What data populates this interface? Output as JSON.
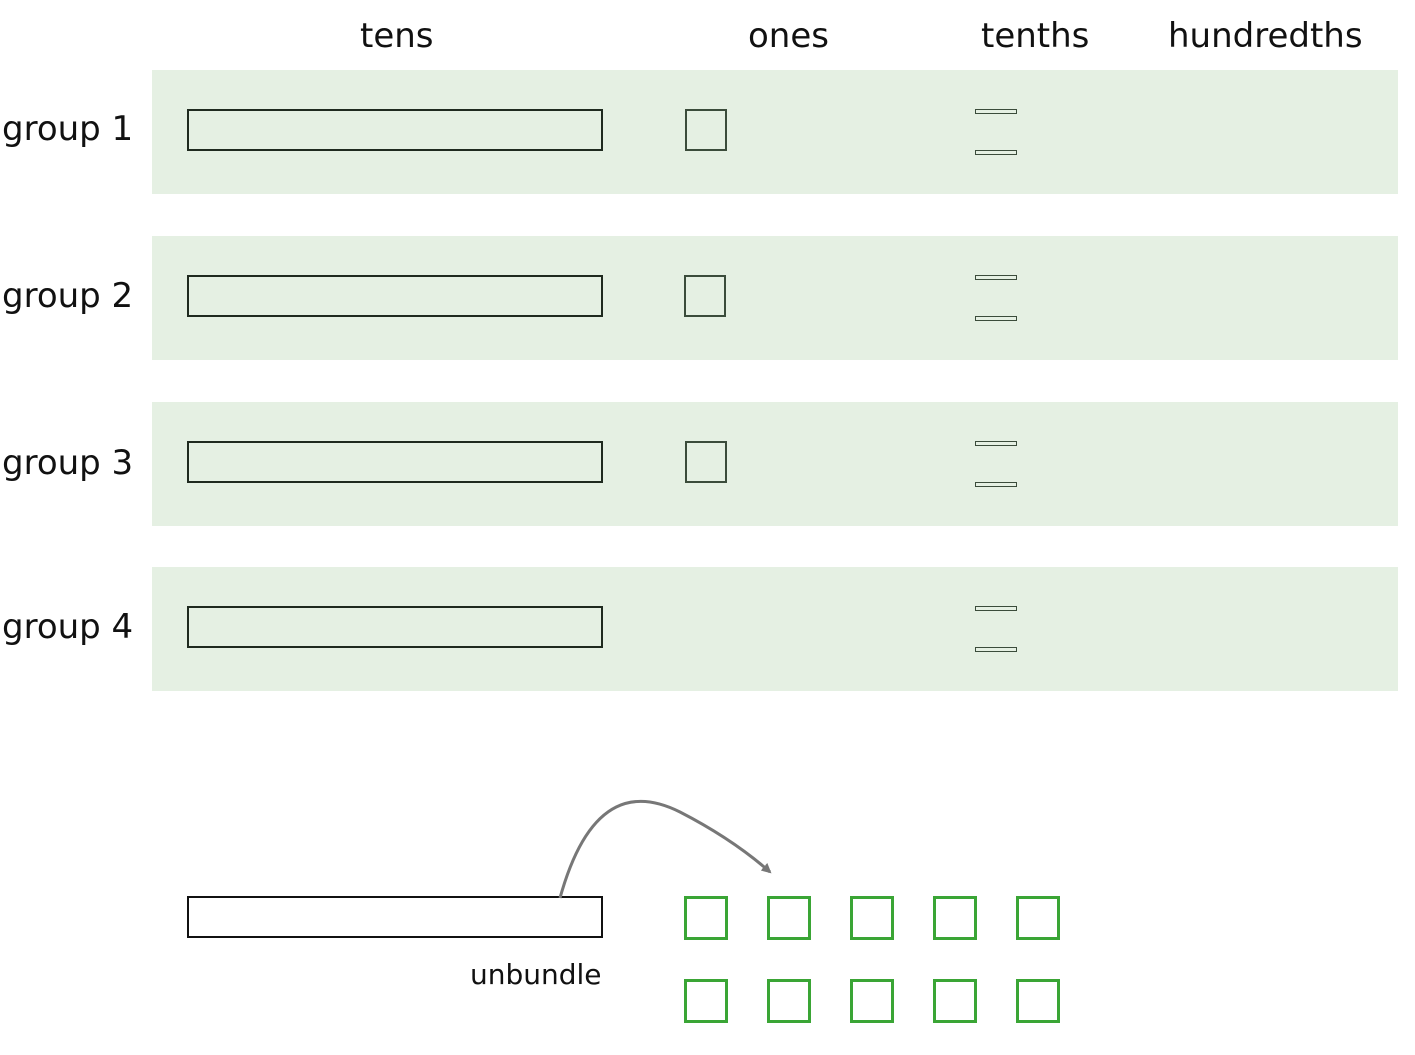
{
  "columns": {
    "tens": "tens",
    "ones": "ones",
    "tenths": "tenths",
    "hundredths": "hundredths"
  },
  "groups": [
    {
      "label": "group 1",
      "tens": 1,
      "ones": 1,
      "tenths": 2
    },
    {
      "label": "group 2",
      "tens": 1,
      "ones": 1,
      "tenths": 2
    },
    {
      "label": "group 3",
      "tens": 1,
      "ones": 1,
      "tenths": 2
    },
    {
      "label": "group 4",
      "tens": 1,
      "ones": 0,
      "tenths": 2
    }
  ],
  "unbundle": {
    "label": "unbundle",
    "resulting_ones": 10
  },
  "colors": {
    "row_background": "#e5f0e3",
    "block_outline": "#1f2a1f",
    "new_ones": "#3aa535",
    "arrow": "#777777"
  }
}
